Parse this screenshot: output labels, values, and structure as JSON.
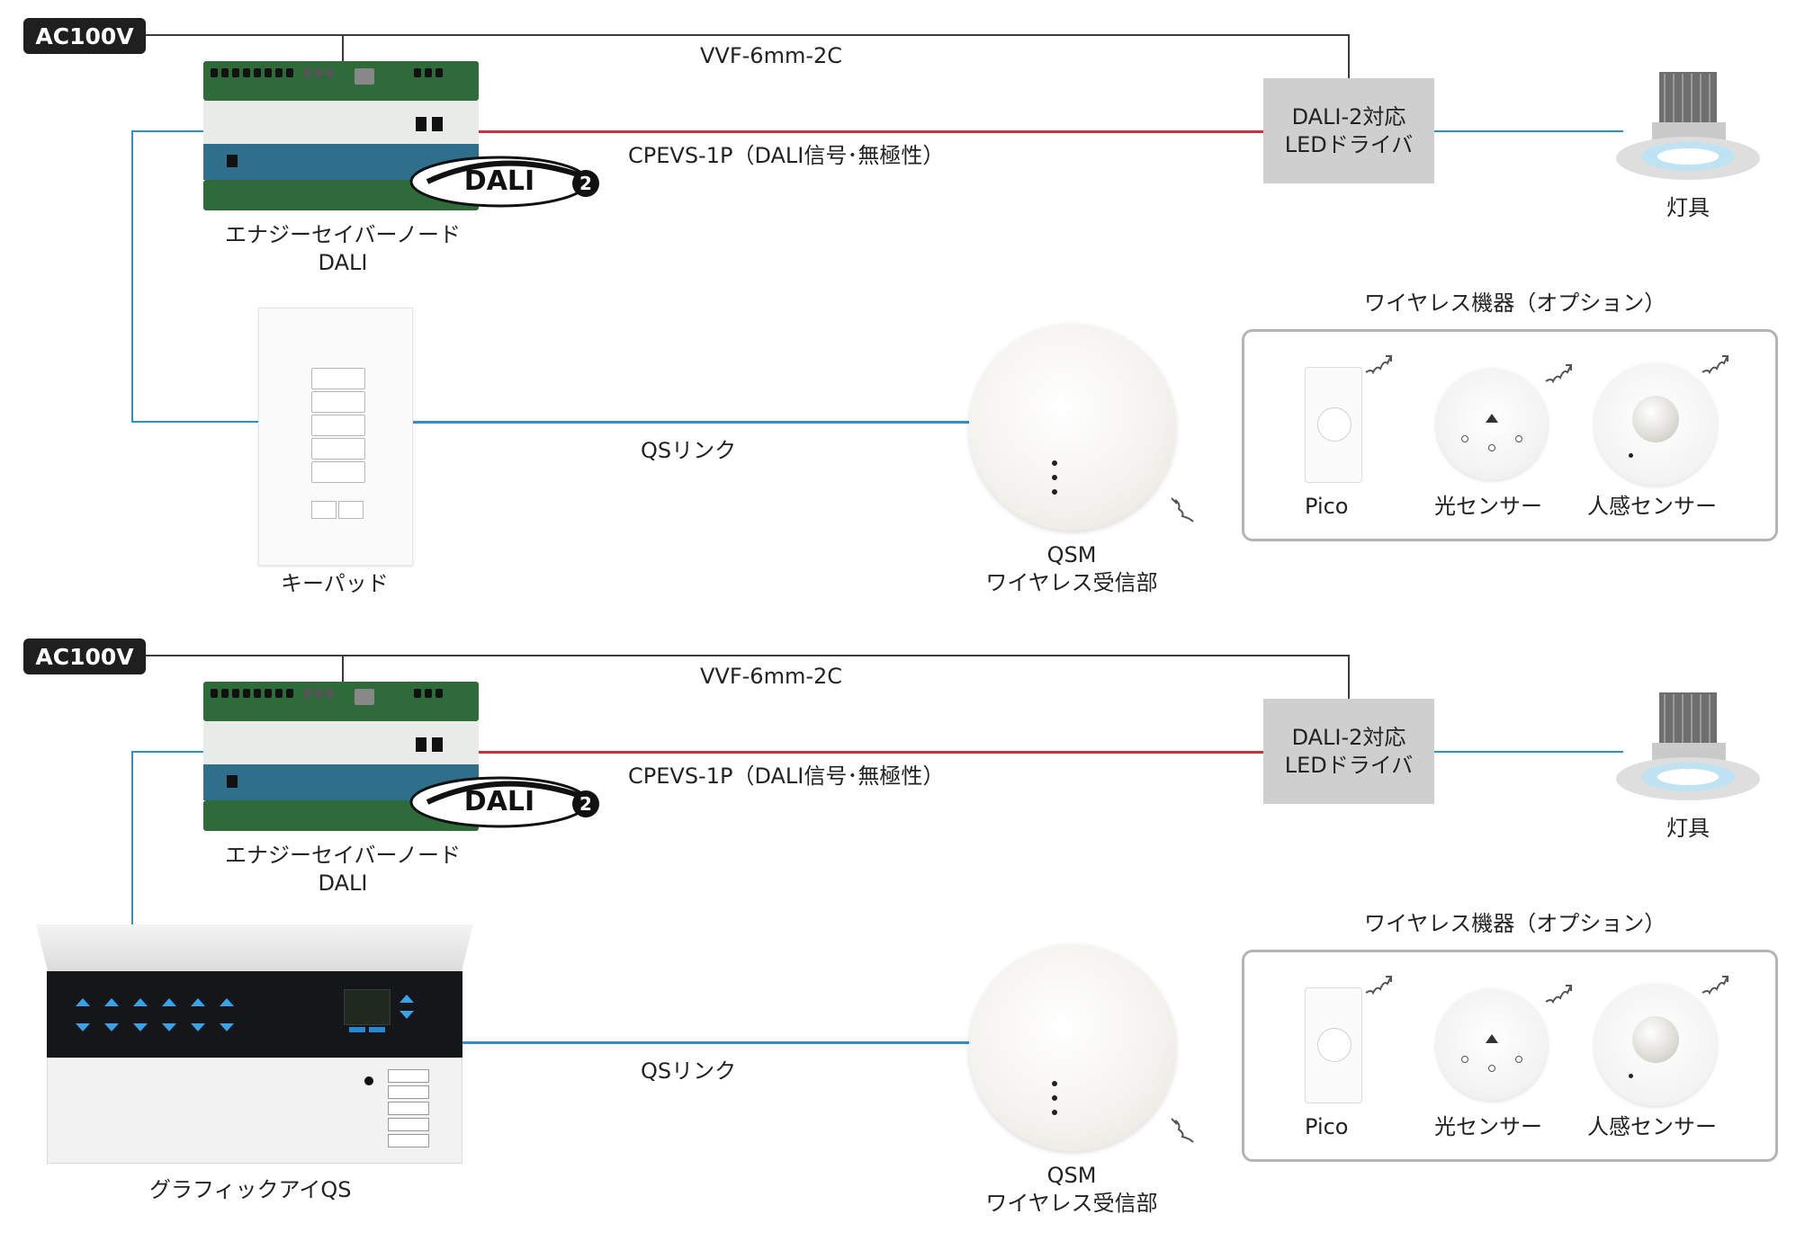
{
  "diagrams": [
    {
      "power_label": "AC100V",
      "power_cable": "VVF-6mm-2C",
      "dali_cable": "CPEVS-1P（DALI信号･無極性）",
      "driver": {
        "line1": "DALI-2対応",
        "line2": "LEDドライバ"
      },
      "fixture_label": "灯具",
      "node": {
        "line1": "エナジーセイバーノード",
        "line2": "DALI",
        "logo_text": "DALI",
        "logo_suffix": "2"
      },
      "qs_link": "QSリンク",
      "controller_label": "キーパッド",
      "qsm": {
        "line1": "QSM",
        "line2": "ワイヤレス受信部"
      },
      "wireless": {
        "title": "ワイヤレス機器（オプション）",
        "devices": [
          "Pico",
          "光センサー",
          "人感センサー"
        ]
      }
    },
    {
      "power_label": "AC100V",
      "power_cable": "VVF-6mm-2C",
      "dali_cable": "CPEVS-1P（DALI信号･無極性）",
      "driver": {
        "line1": "DALI-2対応",
        "line2": "LEDドライバ"
      },
      "fixture_label": "灯具",
      "node": {
        "line1": "エナジーセイバーノード",
        "line2": "DALI",
        "logo_text": "DALI",
        "logo_suffix": "2"
      },
      "qs_link": "QSリンク",
      "controller_label": "グラフィックアイQS",
      "qsm": {
        "line1": "QSM",
        "line2": "ワイヤレス受信部"
      },
      "wireless": {
        "title": "ワイヤレス機器（オプション）",
        "devices": [
          "Pico",
          "光センサー",
          "人感センサー"
        ]
      }
    }
  ],
  "colors": {
    "power_wire": "#3a3a3a",
    "dali_wire": "#c8323c",
    "qs_wire": "#2f8fc7",
    "badge": "#1f1f1f",
    "driver_box": "#cfcfcf"
  },
  "icons": [
    "wireless-signal-icon"
  ]
}
